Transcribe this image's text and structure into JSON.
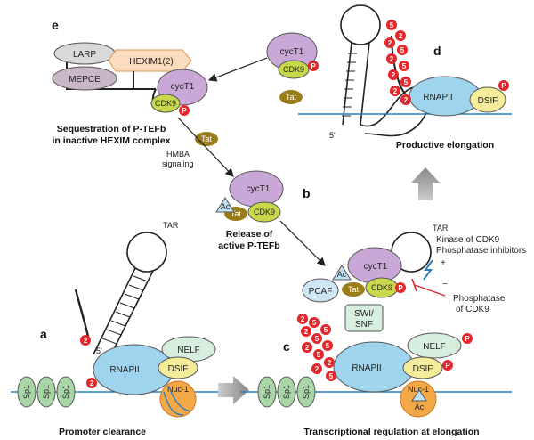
{
  "panels": {
    "a": "a",
    "b": "b",
    "c": "c",
    "d": "d",
    "e": "e"
  },
  "captions": {
    "e": "Sequestration of P-TEFb",
    "e2": "in inactive HEXIM complex",
    "b": "Release of",
    "b2": "active P-TEFb",
    "d": "Productive elongation",
    "a": "Promoter clearance",
    "c": "Transcriptional regulation at elongation"
  },
  "labels": {
    "larp": "LARP",
    "mepce": "MEPCE",
    "hexim": "HEXIM1(2)",
    "cyct1": "cycT1",
    "cdk9": "CDK9",
    "p": "P",
    "tat": "Tat",
    "ac": "Ac",
    "rnapii": "RNAPII",
    "dsif": "DSIF",
    "nelf": "NELF",
    "nuc1": "Nuc-1",
    "sp1": "Sp1",
    "tar": "TAR",
    "pcaf": "PCAF",
    "swi": "SWI/",
    "snf": "SNF",
    "five": "5",
    "two": "2",
    "fiveprime": "5'",
    "hmba1": "HMBA",
    "hmba2": "signaling",
    "kinase1": "Kinase of CDK9",
    "kinase2": "Phosphatase inhibitors",
    "phos1": "Phosphatase",
    "phos2": "of CDK9",
    "plus": "+",
    "minus": "−"
  },
  "colors": {
    "cycT1": "#c9a8d8",
    "cdk9": "#c8d84a",
    "tat": "#9a7d1a",
    "rnapii": "#9fd4ee",
    "dsif": "#f4ec9a",
    "nelf": "#d8eedf",
    "sp1": "#a9d6a6",
    "phospho": "#e5262b",
    "hexim": "#fbdcbf",
    "larp": "#d9d9d9",
    "mepce": "#c9b6c8",
    "dna": "#2e7fb8",
    "pcaf": "#cfe6f5",
    "swisnf": "#d8eedf",
    "nuc": "#f3a948"
  }
}
